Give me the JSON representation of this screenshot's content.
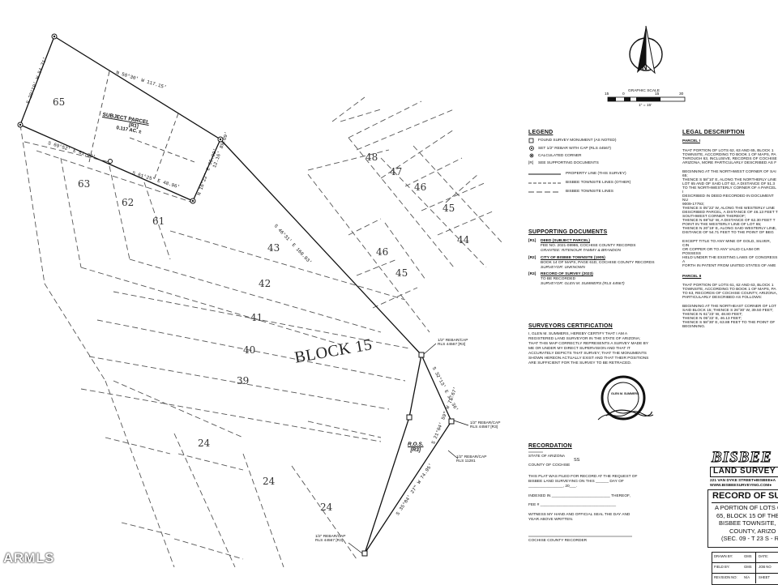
{
  "graphic_scale": {
    "title": "GRAPHIC SCALE",
    "ticks": [
      "15",
      "0",
      "15",
      "30"
    ],
    "unit": "1\" = 15'"
  },
  "north_label": "N",
  "block_label": "BLOCK 15",
  "subject_parcel": {
    "title": "SUBJECT PARCEL",
    "ref": "[R1]",
    "area": "0.117 AC. ±"
  },
  "ros": {
    "title": "R.O.S.",
    "ref": "[R3]"
  },
  "lots": [
    "65",
    "63",
    "62",
    "61",
    "48",
    "47",
    "46",
    "45",
    "44",
    "46",
    "45",
    "43",
    "42",
    "41",
    "40",
    "39",
    "24",
    "24",
    "24"
  ],
  "bearings": {
    "b1": "N 58°30' W 117.15'",
    "b2": "S 20°19' W 54.71'",
    "b3": "S 69°52' E 61.30'",
    "b4": "S 61°25' E 48.96'",
    "b5": "N 16°22' E 55.99'",
    "b6": "12.16' 89.09'",
    "b7": "S 46°31' E 168.83'",
    "b8": "S 32°13' E 37.36'",
    "b9": "S 21°04' 59\" W 71.67'",
    "b10": "S 35°04' 27\" W 74.95'"
  },
  "monuments": {
    "m1": "1/2\" REBAR/CAP RLS 44567 [R3]",
    "m2": "1/2\" REBAR/CAP RLS 44567 [R3]",
    "m3": "1/2\" REBAR/CAP RLS 11281",
    "m4": "1/2\" REBAR/CAP RLS 44567 [R3]"
  },
  "legend": {
    "title": "LEGEND",
    "items": [
      "FOUND SURVEY MONUMENT (AS NOTED)",
      "SET 1/2\" REBAR WITH CAP (RLS 44567)",
      "CALCULATED CORNER",
      "SEE SUPPORTING DOCUMENTS",
      "PROPERTY LINE (THIS SURVEY)",
      "BISBEE TOWNSITE LINES (OTHER)",
      "BISBEE TOWNSITE LINES"
    ],
    "ref_symbol": "[R]"
  },
  "supporting": {
    "title": "SUPPORTING DOCUMENTS",
    "items": [
      {
        "ref": "[R1]",
        "title": "DEED (SUBJECT PARCEL)",
        "l1": "FEE NO. 2021-08986, COCHISE COUNTY RECORDS",
        "l2": "GRANTEE: RITENOUR TAMMY & BRANDON"
      },
      {
        "ref": "[R2]",
        "title": "CITY OF BISBEE TOWNSITE (1905)",
        "l1": "BOOK 14 OF MAPS, PAGE 61D, COCHISE COUNTY RECORDS",
        "l2": "SURVEYOR: UNKNOWN"
      },
      {
        "ref": "[R3]",
        "title": "RECORD OF SURVEY (2023)",
        "l1": "TO BE RECORDED",
        "l2": "SURVEYOR: GLEN M. SUMMERS (RLS 44567)"
      }
    ]
  },
  "certification": {
    "title": "SURVEYORS CERTIFICATION",
    "lines": [
      "I, GLEN M. SUMMERS, HEREBY CERTIFY THAT I AM A",
      "REGISTERED LAND SURVEYOR IN THE STATE OF ARIZONA;",
      "THAT THIS MAP CORRECTLY REPRESENTS A SURVEY MADE BY",
      "ME OR UNDER MY DIRECT SUPERVISION AND THAT IT",
      "ACCURATELY DEPICTS THAT SURVEY; THAT THE MONUMENTS",
      "SHOWN HEREON ACTUALLY EXIST AND THAT THEIR POSITIONS",
      "ARE SUFFICIENT FOR THE SURVEY TO BE RETRACED."
    ],
    "seal_text": "GLEN M. SUMMERS"
  },
  "recordation": {
    "title": "RECORDATION",
    "state": "STATE OF ARIZONA",
    "county": "COUNTY OF COCHISE",
    "ss": "SS",
    "filed1": "THIS PLAT WAS FILED FOR RECORD AT THE REQUEST OF",
    "filed2": "BISBEE LAND SURVEYING ON THIS ______ DAY OF",
    "filed3": "________________, 20___.",
    "indexed": "INDEXED IN ___________________________ THEREOF,",
    "fee": "FEE # ___________________________________",
    "witness1": "WITNESS MY HAND AND OFFICIAL SEAL THE DAY AND",
    "witness2": "YEAR ABOVE WRITTEN.",
    "recorder": "COCHISE COUNTY RECORDER"
  },
  "legal": {
    "title": "LEGAL DESCRIPTION",
    "parcel1_title": "PARCEL I",
    "p1_lines": [
      "THAT PORTION OF LOTS 62, 63 AND 65, BLOCK 1",
      "TOWNSITE, ACCORDING TO BOOK 1 OF MAPS, PA",
      "THROUGH 63, INCLUSIVE, RECORDS OF COCHISE",
      "ARIZONA, MORE PARTICULARLY DESCRIBED AS F"
    ],
    "p1_begin": [
      "BEGINNING AT THE NORTHWEST CORNER OF SAI",
      "65;",
      "THENCE S 58°10' E, ALONG THE NORTHERLY LINE",
      "LOT 65 AND OF SAID LOT 62, A DISTANCE OF 51.3",
      "TO THE NORTHWESTERLY CORNER OF A PARCEL I",
      "DESCRIBED IN DEED RECORDED IN DOCUMENT NU",
      "9009-17793;",
      "THENCE S 05°22' W, ALONG THE WESTERLY LINE",
      "DESCRIBED PARCEL, A DISTANCE OF 46.13 FEET T",
      "SOUTHWEST CORNER THEREOF;",
      "THENCE N 69°52' W, A DISTANCE OF 62.30 FEET T",
      "POINT IN THE WESTERLY LINE OF LOT 65;",
      "THENCE N 20°19' E, ALONG SAID WESTERLY LINE,",
      "DISTANCE OF 54.71 FEET TO THE POINT OF BEG"
    ],
    "p1_except": [
      "EXCEPT TITLE TO ANY MINE OF GOLD, SILVER, CIN",
      "OR COPPER OR TO ANY VALID CLAIM OR POSSESS",
      "HELD UNDER THE EXISTING LAWS OF CONGRESS A",
      "FORTH IN PATENT FROM UNITED STATES OF AME"
    ],
    "parcel2_title": "PARCEL II",
    "p2_lines": [
      "THAT PORTION OF LOTS 61, 62 AND 63, BLOCK 1",
      "TOWNSITE, ACCORDING TO BOOK 1 OF MAPS, PA",
      "TO 63, RECORDS OF COCHISE COUNTY, ARIZONA,",
      "PARTICULARLY DESCRIBED AS FOLLOWS:"
    ],
    "p2_begin": [
      "BEGINNING AT THE NORTHEAST CORNER OF LOT",
      "SAID BLOCK 15; THENCE S 26°30' W, 39.50 FEET;",
      "THENCE N 61°23' W, 48.80 FEET;",
      "THENCE N 05°22' E, 46.13 FEET;",
      "THENCE S 58°30' E, 63.88 FEET TO THE POINT OF",
      "BEGINNING."
    ]
  },
  "company": {
    "name": "BISBEE",
    "sub": "LAND SURVEY",
    "addr": "221 VAN DYKE STREET●BISBEE●A",
    "web": "WWW.BISBEESURVEYING.COM●"
  },
  "record": {
    "title": "RECORD OF SU",
    "lines": [
      "A PORTION OF LOTS 6",
      "65, BLOCK 15 OF THE",
      "BISBEE TOWNSITE, C",
      "COUNTY, ARIZO",
      "(SEC. 09 - T 23 S - R"
    ]
  },
  "titleblock": [
    {
      "label": "DRAWN BY:",
      "value": "GMS",
      "label2": "DATE:"
    },
    {
      "label": "FIELD BY:",
      "value": "GMS",
      "label2": "JOB NO"
    },
    {
      "label": "REVISION NO:",
      "value": "N/A",
      "label2": "SHEET"
    }
  ],
  "watermark": "ARMLS"
}
